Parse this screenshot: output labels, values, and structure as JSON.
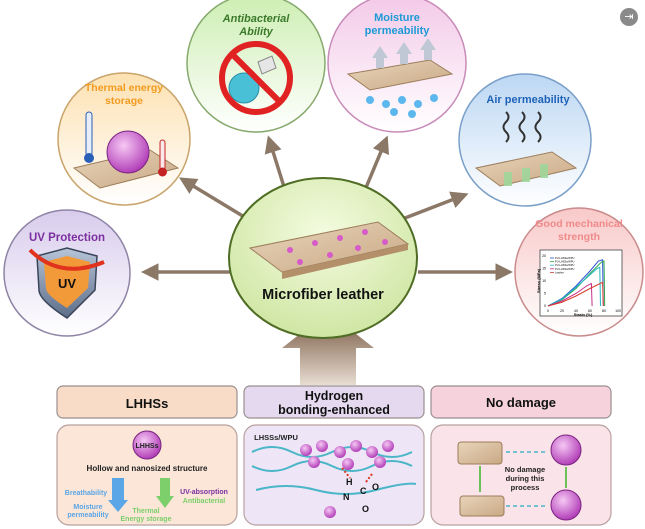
{
  "corner": {
    "icon": "sign-in-icon"
  },
  "center": {
    "label": "Microfiber leather",
    "fill": "#e7f4c8",
    "stroke": "#5e7d2e"
  },
  "properties": {
    "uv": {
      "title": "UV Protection",
      "shield_text": "UV",
      "color": "#7b2fa0"
    },
    "thermal": {
      "title_line1": "Thermal energy",
      "title_line2": "storage",
      "color": "#f29b1e"
    },
    "antibacterial": {
      "title_line1": "Antibacterial",
      "title_line2": "Ability",
      "color": "#3b7a2a"
    },
    "moisture": {
      "title_line1": "Moisture",
      "title_line2": "permeability",
      "color": "#1c9ad6"
    },
    "air": {
      "title": "Air permeability",
      "color": "#1f63b8"
    },
    "mechanical": {
      "title_line1": "Good mechanical",
      "title_line2": "strength",
      "color": "#f08a8a",
      "chart": {
        "type": "line",
        "xlabel": "Strain (%)",
        "ylabel": "Stress (MPa)",
        "xticks": [
          "0",
          "20",
          "40",
          "60",
          "80",
          "100"
        ],
        "yticks": [
          "0",
          "5",
          "10",
          "15",
          "20"
        ],
        "xlim": [
          0,
          100
        ],
        "ylim": [
          0,
          20
        ],
        "legend": [
          "PU-LHSSs/WPU",
          "PU-LHSSs/WPU",
          "PU-LHSSs/WPU",
          "PU-LHSSs/WPU",
          "Leather"
        ],
        "series": [
          {
            "color": "#2c4fd6",
            "points": [
              [
                0,
                0
              ],
              [
                20,
                3
              ],
              [
                40,
                8
              ],
              [
                60,
                14
              ],
              [
                72,
                18
              ],
              [
                78,
                18.5
              ],
              [
                79,
                0
              ]
            ]
          },
          {
            "color": "#2fa84f",
            "points": [
              [
                0,
                0
              ],
              [
                20,
                2.5
              ],
              [
                40,
                7
              ],
              [
                60,
                13
              ],
              [
                76,
                17.5
              ],
              [
                80,
                18
              ],
              [
                81,
                0
              ]
            ]
          },
          {
            "color": "#1fb7c4",
            "points": [
              [
                0,
                0
              ],
              [
                20,
                2.8
              ],
              [
                40,
                7.5
              ],
              [
                60,
                12.5
              ],
              [
                70,
                15
              ],
              [
                74,
                15.5
              ],
              [
                75,
                0
              ]
            ]
          },
          {
            "color": "#c62c8a",
            "points": [
              [
                0,
                0
              ],
              [
                20,
                2
              ],
              [
                40,
                5
              ],
              [
                55,
                8
              ],
              [
                62,
                9
              ],
              [
                63,
                0
              ]
            ]
          },
          {
            "color": "#d63a2a",
            "points": [
              [
                0,
                0
              ],
              [
                20,
                1.5
              ],
              [
                40,
                4
              ],
              [
                60,
                7
              ],
              [
                78,
                9.5
              ],
              [
                79,
                0
              ]
            ]
          }
        ]
      }
    }
  },
  "panels": {
    "lhhss": {
      "header": "LHHSs",
      "sphere_label": "LHHSs",
      "structure": "Hollow and nanosized structure",
      "breathability": "Breathability",
      "moisture": "Moisture",
      "moisture2": "permeability",
      "thermal": "Thermal",
      "thermal2": "Energy storage",
      "uv": "UV-absorption",
      "antibacterial": "Antibacterial",
      "header_fill": "#f8dcc8",
      "body_fill": "#fbe6d8"
    },
    "hydrogen": {
      "header_line1": "Hydrogen",
      "header_line2": "bonding-enhanced",
      "label": "LHSSs/WPU",
      "atom_h": "H",
      "atom_n": "N",
      "atom_c": "C",
      "atom_o1": "O",
      "atom_o2": "O",
      "header_fill": "#e4d9ef",
      "body_fill": "#eee6f6"
    },
    "nodamage": {
      "header": "No damage",
      "line1": "No damage",
      "line2": "during this",
      "line3": "process",
      "header_fill": "#f6d2dc",
      "body_fill": "#fbe3ea"
    }
  }
}
